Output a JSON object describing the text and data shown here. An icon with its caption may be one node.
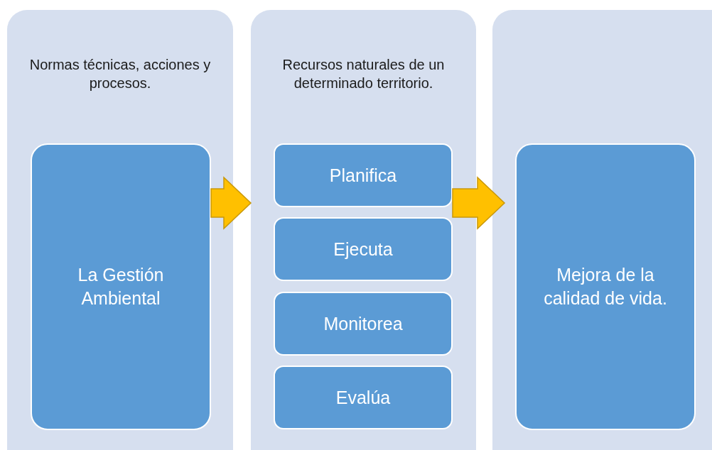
{
  "diagram": {
    "nodes": [
      {
        "text": [
          "Normas técnicas, acciones y procesos."
        ]
      },
      {
        "text": [
          "La Gestión Ambiental"
        ],
        "in": 0
      },
      {
        "text": [
          "Recursos naturales de un determinado territorio."
        ]
      },
      {
        "text": [
          "Planifica"
        ],
        "in": 2
      },
      {
        "text": [
          "Ejecuta"
        ],
        "in": 2
      },
      {
        "text": [
          "Monitorea"
        ],
        "in": 2
      },
      {
        "text": [
          "Evalúa"
        ],
        "in": 2
      },
      {
        "text": [],
        "shape": "box"
      },
      {
        "text": [
          "Mejora de la calidad de vida."
        ],
        "in": 7
      }
    ],
    "edges": [
      {
        "from": 1,
        "to": 2,
        "arrow": "to"
      },
      {
        "from": 2,
        "to": 7,
        "arrow": "to"
      }
    ]
  }
}
